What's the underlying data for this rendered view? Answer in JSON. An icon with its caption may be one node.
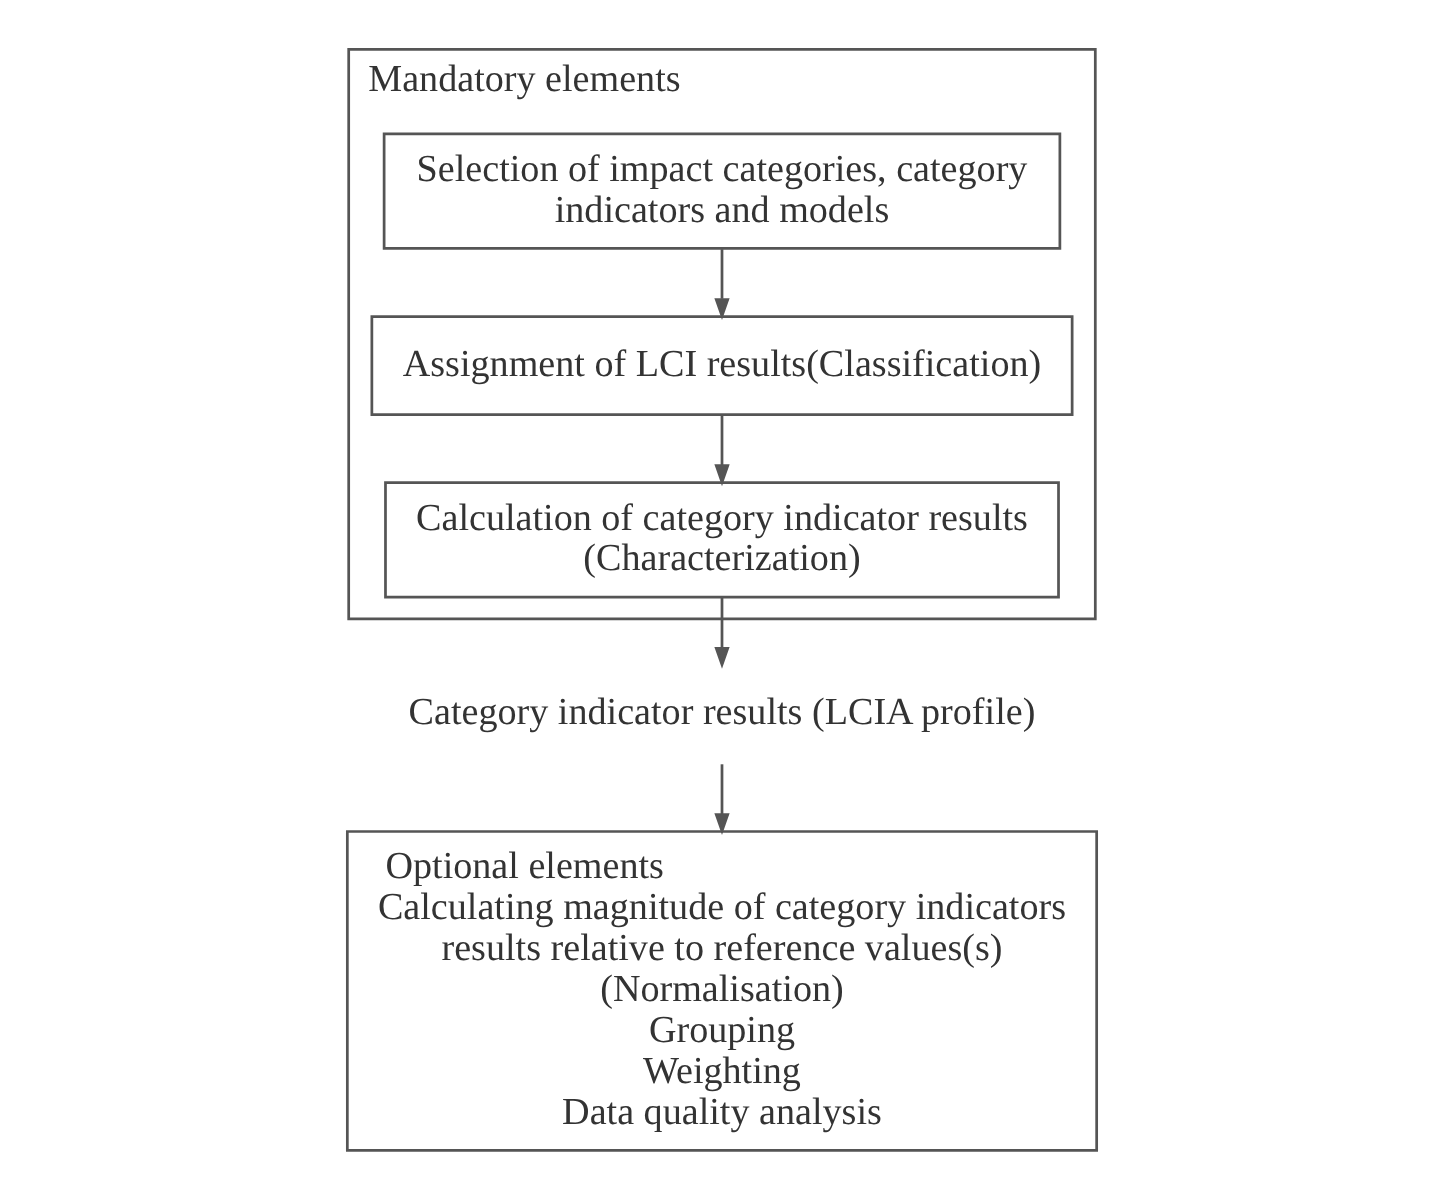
{
  "diagram": {
    "nodes": [
      {
        "text": [
          "Mandatory elements"
        ]
      },
      {
        "text": [
          "Selection of impact categories, category indicators and models"
        ],
        "in": 0
      },
      {
        "text": [
          "Assignment of LCI results(Classification)"
        ],
        "in": 0
      },
      {
        "text": [
          "Calculation of category indicator results (Characterization)"
        ],
        "in": 0
      },
      {
        "text": [
          "Category indicator results (LCIA profile)"
        ]
      },
      {
        "text": [
          "Optional elements",
          "Calculating magnitude of category indicators results relative to reference values(s) (Normalisation)",
          "Grouping",
          "Weighting",
          "Data quality analysis"
        ]
      }
    ],
    "edges": [
      {
        "from": 1,
        "to": 2,
        "arrow": "to"
      },
      {
        "from": 2,
        "to": 3,
        "arrow": "to"
      },
      {
        "from": 3,
        "to": 4,
        "arrow": "to"
      },
      {
        "from": 4,
        "to": 5,
        "arrow": "to"
      }
    ]
  }
}
